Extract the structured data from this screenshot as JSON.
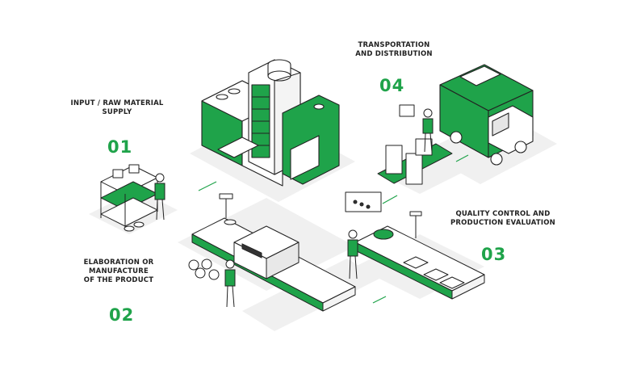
{
  "steps": [
    {
      "number": "01",
      "label_lines": [
        "INPUT / RAW MATERIAL",
        "SUPPLY"
      ]
    },
    {
      "number": "02",
      "label_lines": [
        "ELABORATION OR",
        "MANUFACTURE",
        "OF THE PRODUCT"
      ]
    },
    {
      "number": "03",
      "label_lines": [
        "QUALITY CONTROL AND",
        "PRODUCTION EVALUATION"
      ]
    },
    {
      "number": "04",
      "label_lines": [
        "TRANSPORTATION",
        "AND DISTRIBUTION"
      ]
    }
  ],
  "colors": {
    "accent": "#1fa34a",
    "ink": "#222222",
    "shadow": "#eeeeee"
  }
}
